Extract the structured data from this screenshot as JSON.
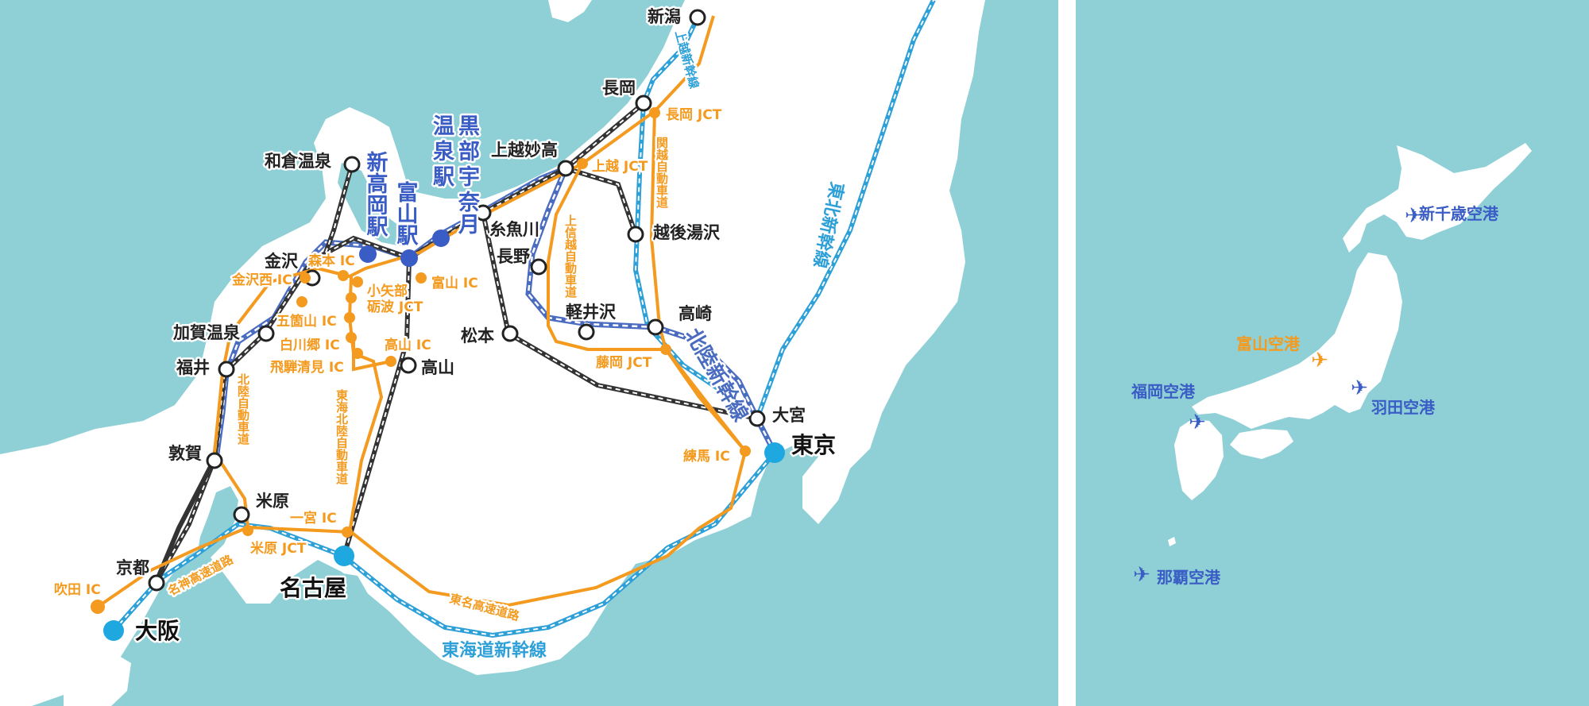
{
  "colors": {
    "sea": "#8fd0d6",
    "land": "#ffffff",
    "expressway": "#f39a1f",
    "shinkansen_blue": "#2ea0d8",
    "hokuriku_shinkansen": "#4a6cc0",
    "jr_line": "#333333",
    "major_city": "#1fa7e0",
    "target_station": "#3a5cc5",
    "airplane": "#3a5cc5",
    "toyama_airport": "#f39a1f"
  },
  "cities": {
    "niigata": "新潟",
    "nagaoka": "長岡",
    "joetsumyoko": "上越妙高",
    "wakura": "和倉温泉",
    "kanazawa": "金沢",
    "kaga": "加賀温泉",
    "fukui": "福井",
    "tsuruga": "敦賀",
    "maibara": "米原",
    "kyoto": "京都",
    "itoigawa": "糸魚川",
    "nagano": "長野",
    "echigo_yuzawa": "越後湯沢",
    "karuizawa": "軽井沢",
    "takasaki": "高崎",
    "matsumoto": "松本",
    "takayama": "高山",
    "omiya": "大宮",
    "tokyo": "東京",
    "nagoya": "名古屋",
    "osaka": "大阪"
  },
  "stations_blue": {
    "shintakaoka": "新高岡駅",
    "toyama": "富山駅",
    "kurobe": "黒部宇奈月温泉駅"
  },
  "interchanges": {
    "nagaoka_jct": "長岡 JCT",
    "joetsu_jct": "上越 JCT",
    "morimoto": "森本 IC",
    "kanazawanishi": "金沢西 IC",
    "toyama_ic": "富山 IC",
    "oyabe": "小矢部",
    "tonami_jct": "砺波 JCT",
    "gokayama": "五箇山 IC",
    "shirakawago": "白川郷 IC",
    "hidakiyomi": "飛騨清見 IC",
    "takayama_ic": "高山 IC",
    "fujioka_jct": "藤岡 JCT",
    "nerima": "練馬 IC",
    "ichinomiya": "一宮 IC",
    "maibara_jct": "米原 JCT",
    "suita": "吹田 IC"
  },
  "routes": {
    "joetsu_shinkansen": "上越新幹線",
    "kanetsu": "関越自動車道",
    "joshinetsu": "上信越自動車道",
    "hokuriku_shinkansen": "北陸新幹線",
    "tohoku_shinkansen": "東北新幹線",
    "hokuriku_expressway": "北陸自動車道",
    "tokai_hokuriku": "東海北陸自動車道",
    "meishin": "名神高速道路",
    "tomei": "東名高速道路",
    "tokaido_shinkansen": "東海道新幹線"
  },
  "airports": {
    "shinchitose": "新千歳空港",
    "toyama": "富山空港",
    "fukuoka": "福岡空港",
    "haneda": "羽田空港",
    "naha": "那覇空港"
  },
  "icons": {
    "airport": "airplane-icon",
    "station": "circle-marker",
    "interchange": "dot-marker"
  }
}
